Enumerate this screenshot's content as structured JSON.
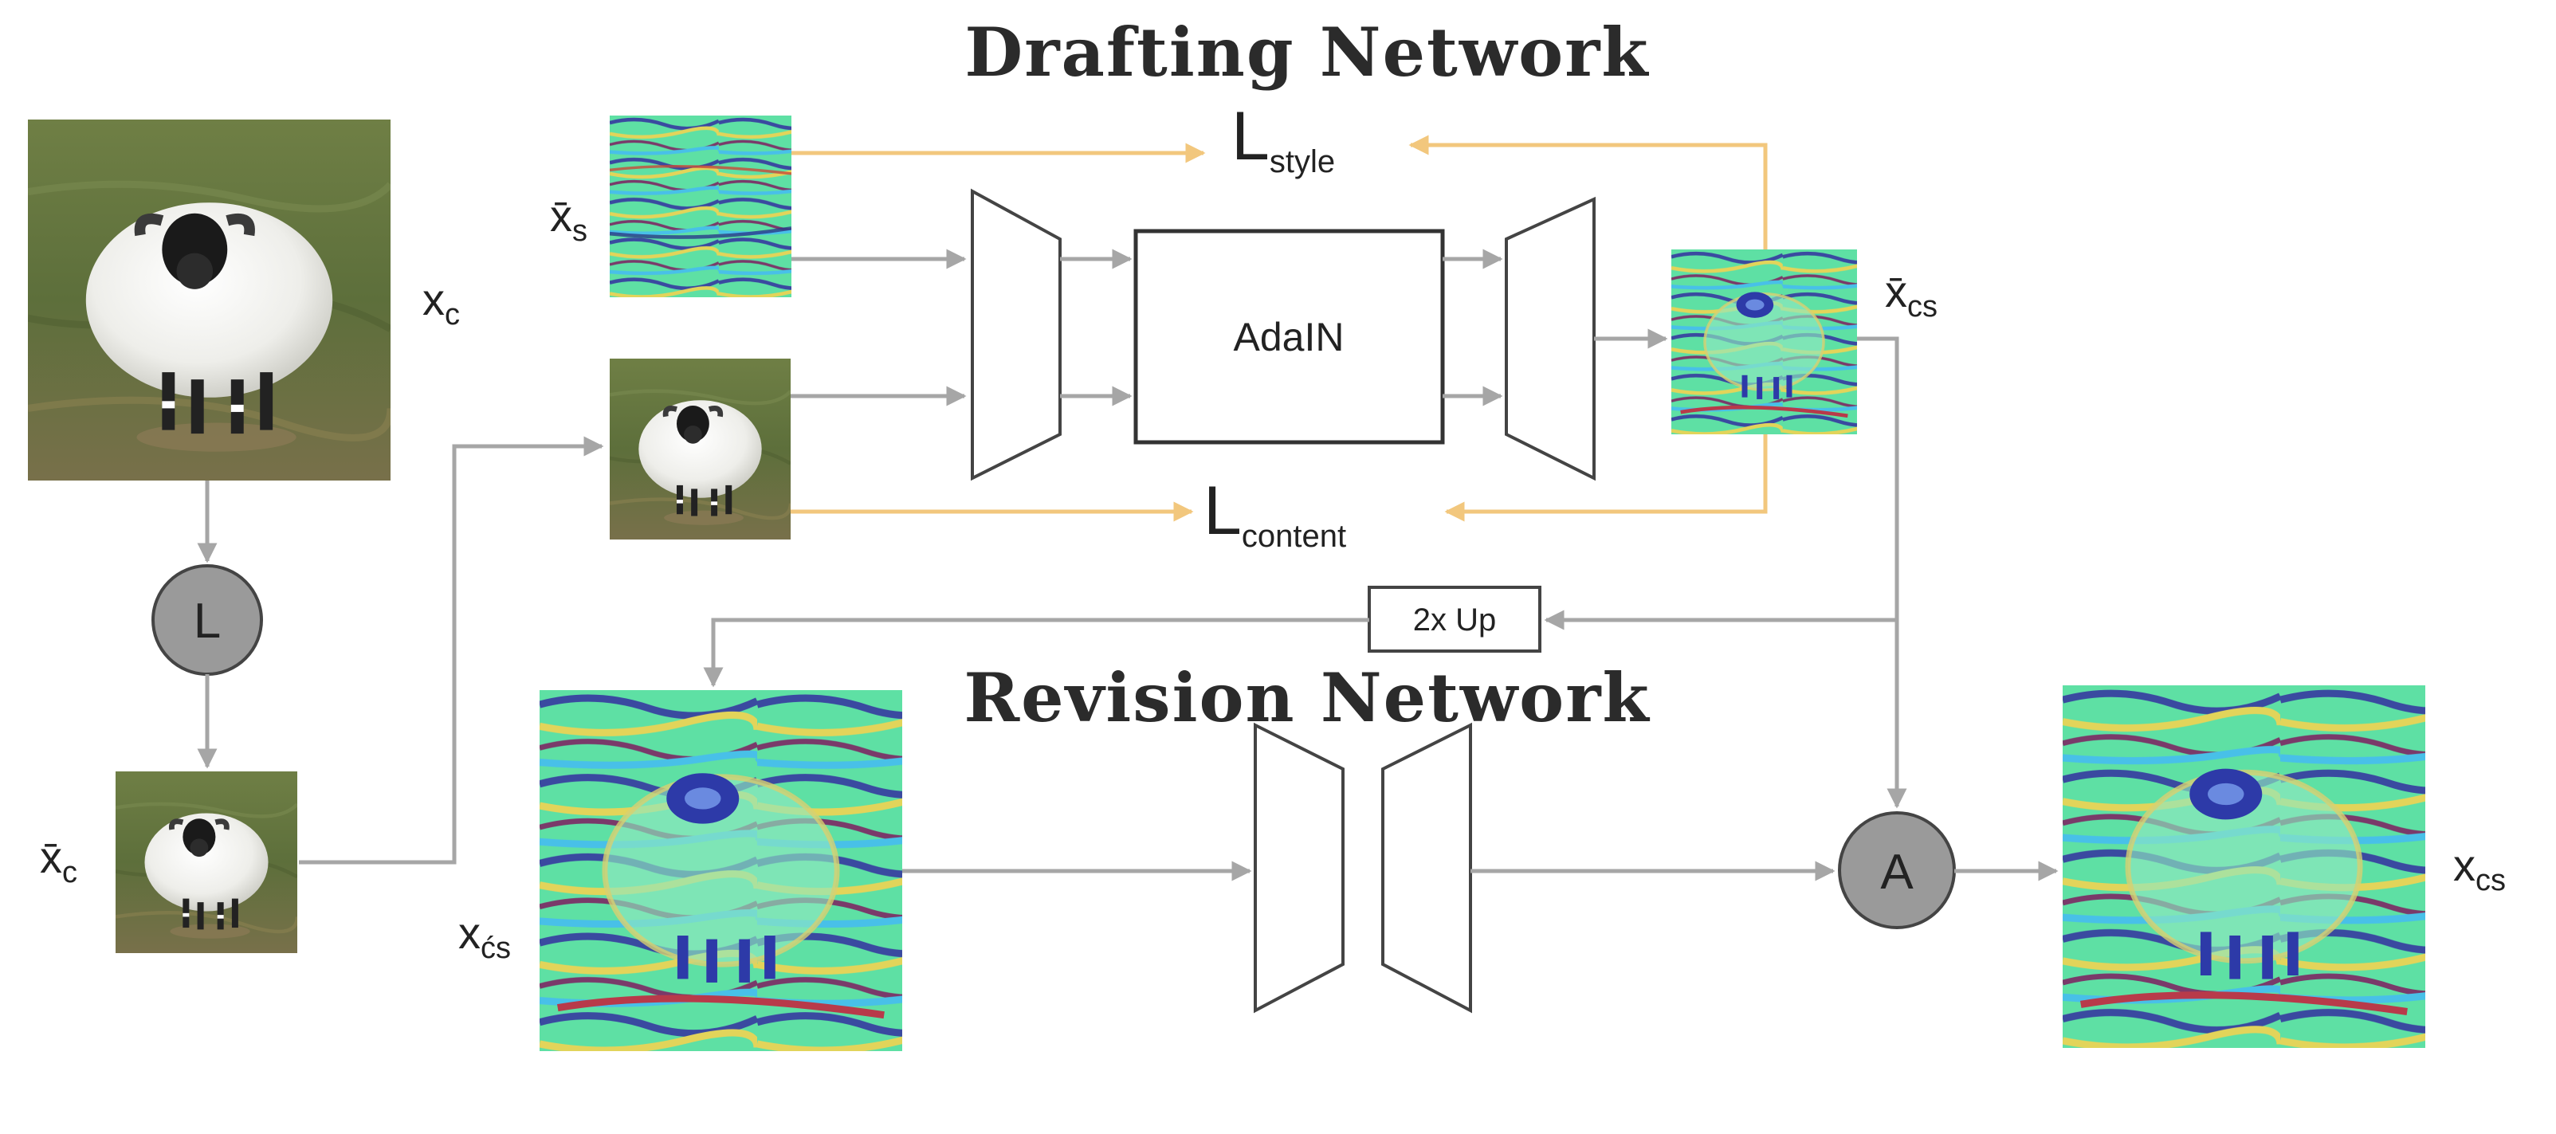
{
  "titles": {
    "drafting": "Drafting Network",
    "revision": "Revision Network"
  },
  "labels": {
    "x_c_base": "x",
    "x_c_sub": "c",
    "xbar_s_base": "x̄",
    "xbar_s_sub": "s",
    "xbar_cs_base": "x̄",
    "xbar_cs_sub": "cs",
    "xbar_c_base": "x̄",
    "xbar_c_sub": "c",
    "xprime_cs_base": "x",
    "xprime_cs_sub": "ćs",
    "x_cs_base": "x",
    "x_cs_sub": "cs"
  },
  "losses": {
    "style_base": "L",
    "style_sub": "style",
    "content_base": "L",
    "content_sub": "content"
  },
  "blocks": {
    "adain": "AdaIN",
    "upsample": "2x Up",
    "laplacian_op": "L",
    "aggregation_op": "A"
  },
  "colors": {
    "gray_arrow": "#a6a6a6",
    "loss_arrow": "#f2c77d",
    "op_circle": "#9a9a9a",
    "grass": "#5d6f3b",
    "fleece": "#f1f1ee",
    "stylized_base": "#5ee0a4"
  },
  "images": [
    {
      "id": "content-photo",
      "kind": "photo-sheep"
    },
    {
      "id": "style-texture",
      "kind": "stylized-texture"
    },
    {
      "id": "lowres-content-photo",
      "kind": "photo-sheep"
    },
    {
      "id": "drafted-stylized-output",
      "kind": "stylized-sheep"
    },
    {
      "id": "laplacian-content-photo",
      "kind": "photo-sheep"
    },
    {
      "id": "upsampled-stylized-input",
      "kind": "stylized-sheep"
    },
    {
      "id": "final-stylized-output",
      "kind": "stylized-sheep"
    }
  ]
}
